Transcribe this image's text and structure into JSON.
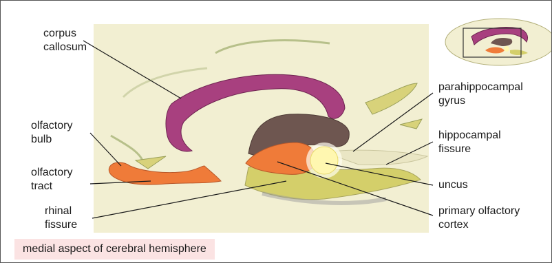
{
  "labels": {
    "corpus_callosum": [
      "corpus",
      "callosum"
    ],
    "olfactory_bulb": [
      "olfactory",
      "bulb"
    ],
    "olfactory_tract": [
      "olfactory",
      "tract"
    ],
    "rhinal_fissure": [
      "rhinal",
      "fissure"
    ],
    "parahippocampal_gyrus": [
      "parahippocampal",
      "gyrus"
    ],
    "hippocampal_fissure": [
      "hippocampal",
      "fissure"
    ],
    "uncus": "uncus",
    "primary_olfactory_cortex": [
      "primary olfactory",
      "cortex"
    ]
  },
  "caption": "medial aspect of cerebral hemisphere",
  "colors": {
    "background_panel": "#f2efd2",
    "corpus_callosum": "#a8407f",
    "thalamus": "#6e5650",
    "olfactory": "#ef7b39",
    "gyrus": "#d4cf6a",
    "uncus": "#fff7b0",
    "leader_line": "#1a1a1a",
    "caption_bg": "#fbe3e3"
  }
}
